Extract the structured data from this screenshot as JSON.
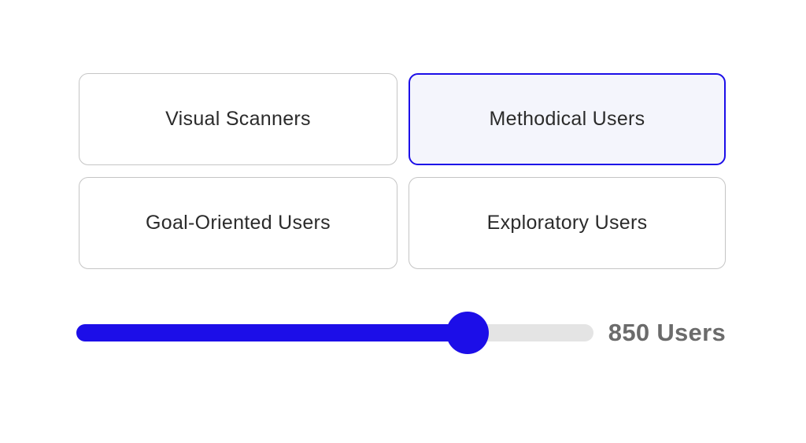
{
  "segments": {
    "options": [
      {
        "label": "Visual Scanners",
        "selected": false
      },
      {
        "label": "Methodical Users",
        "selected": true
      },
      {
        "label": "Goal-Oriented Users",
        "selected": false
      },
      {
        "label": "Exploratory Users",
        "selected": false
      }
    ]
  },
  "slider": {
    "value": 850,
    "unit": "Users",
    "value_label": "850 Users",
    "fill_percent": 75.6
  },
  "colors": {
    "accent_blue": "#1c0ee8",
    "selected_card_bg": "#f4f5fc",
    "card_border": "#c5c5c5",
    "card_text": "#2b2b2b",
    "track_gray": "#e4e4e4",
    "value_text": "#6b6b6b"
  }
}
